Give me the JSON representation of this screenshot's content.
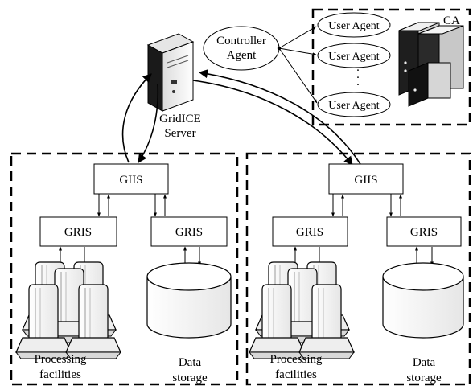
{
  "ca": {
    "label": "CA",
    "user_agents": [
      "User Agent",
      "User Agent",
      "User Agent"
    ],
    "ellipsis": "·"
  },
  "controller": {
    "line1": "Controller",
    "line2": "Agent"
  },
  "server": {
    "line1": "GridICE",
    "line2": "Server"
  },
  "domains": [
    {
      "giis": "GIIS",
      "gris_left": "GRIS",
      "gris_right": "GRIS",
      "processing": {
        "line1": "Processing",
        "line2": "facilities"
      },
      "storage": {
        "line1": "Data",
        "line2": "storage"
      }
    },
    {
      "giis": "GIIS",
      "gris_left": "GRIS",
      "gris_right": "GRIS",
      "processing": {
        "line1": "Processing",
        "line2": "facilities"
      },
      "storage": {
        "line1": "Data",
        "line2": "storage"
      }
    }
  ],
  "colors": {
    "stroke": "#000000",
    "server_dark": "#2b2b2b",
    "server_light": "#e8e8e8",
    "cylinder_fill": "#ffffff",
    "facility_fill": "#f2f2f2"
  }
}
